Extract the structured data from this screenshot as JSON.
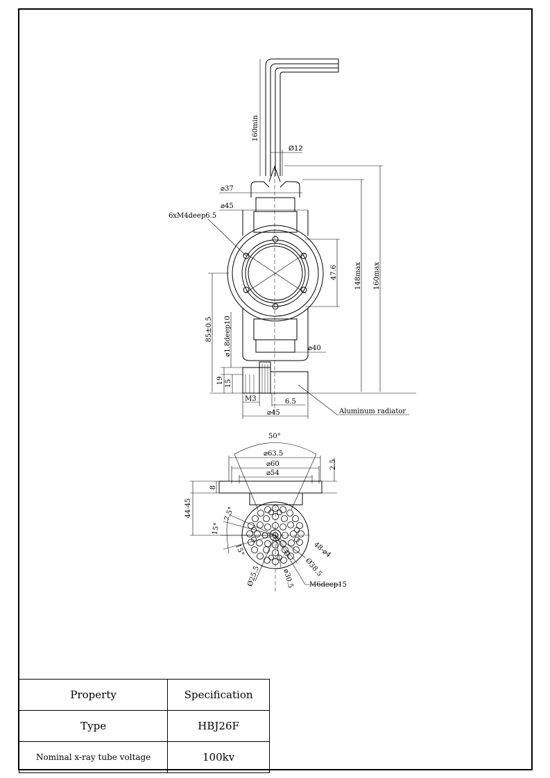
{
  "drawing": {
    "front_view": {
      "lead_length": "160min",
      "dia_12": "Ø12",
      "dia_37": "⌀37",
      "dia_45_top": "⌀45",
      "mount_holes": "6xM4deep6.5",
      "dim_47_6": "47.6",
      "dim_148": "148max",
      "dim_160": "160max",
      "dim_85": "85±0.5",
      "pin_hole": "⌀1.8deep10",
      "dia_40": "⌀40",
      "dim_19": "19",
      "dim_15": "15",
      "thread_m3": "M3",
      "dim_6_5": "6.5",
      "dia_45_bottom": "⌀45",
      "radiator_label": "Aluminum radiator"
    },
    "bottom_view": {
      "angle_50": "50°",
      "dia_63_5": "⌀63.5",
      "dia_60": "⌀60",
      "dia_54": "⌀54",
      "dim_2_5": "2.5",
      "dim_8": "8",
      "dim_44_45": "44-45",
      "angle_7_5": "7.5°",
      "angle_15a": "15°",
      "angle_15b": "15°",
      "holes_48": "48-⌀4",
      "dia_38_5": "Ø38.5",
      "dia_30_5": "⌀30.5",
      "dia_25_5": "Ø25.5",
      "thread_m6": "M6deep15"
    }
  },
  "spec_table": {
    "header": {
      "property": "Property",
      "specification": "Specification"
    },
    "rows": [
      {
        "property": "Type",
        "value": "HBJ26F"
      },
      {
        "property": "Nominal x-ray tube voltage",
        "value": "100kv"
      }
    ]
  }
}
